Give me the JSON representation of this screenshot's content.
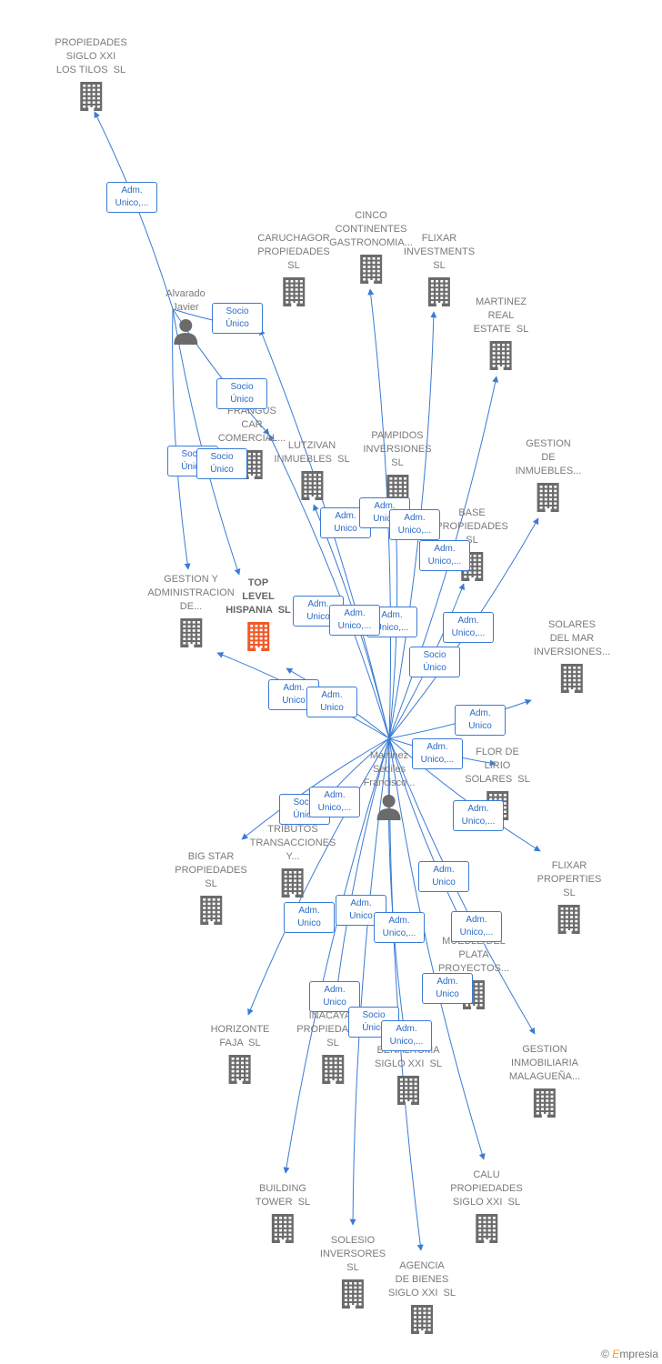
{
  "nodes": [
    {
      "id": "n1",
      "label": "PROPIEDADES\nSIGLO XXI\nLOS TILOS  SL",
      "kind": "company"
    },
    {
      "id": "n2",
      "label": "CARUCHAGOR\nPROPIEDADES\nSL",
      "kind": "company"
    },
    {
      "id": "n3",
      "label": "CINCO\nCONTINENTES\nGASTRONOMIA...",
      "kind": "company"
    },
    {
      "id": "n4",
      "label": "FLIXAR\nINVESTMENTS\nSL",
      "kind": "company"
    },
    {
      "id": "n5",
      "label": "MARTINEZ\nREAL\nESTATE  SL",
      "kind": "company"
    },
    {
      "id": "n6",
      "label": "FRANGUS\nCAR\nCOMERCIAL...",
      "kind": "company"
    },
    {
      "id": "n7",
      "label": "LUTZIVAN\nINMUEBLES  SL",
      "kind": "company"
    },
    {
      "id": "n8",
      "label": "PAMPIDOS\nINVERSIONES\nSL",
      "kind": "company"
    },
    {
      "id": "n9",
      "label": "GESTION\nDE\nINMUEBLES...",
      "kind": "company"
    },
    {
      "id": "n10",
      "label": "BASE\nPROPIEDADES\nSL",
      "kind": "company"
    },
    {
      "id": "n11",
      "label": "GESTION Y\nADMINISTRACION\nDE...",
      "kind": "company"
    },
    {
      "id": "n12",
      "label": "TOP\nLEVEL\nHISPANIA  SL",
      "kind": "company",
      "highlight": true
    },
    {
      "id": "n13",
      "label": "SOLARES\nDEL MAR\nINVERSIONES...",
      "kind": "company"
    },
    {
      "id": "n14",
      "label": "FLOR DE\nLIRIO\nSOLARES  SL",
      "kind": "company"
    },
    {
      "id": "n15",
      "label": "BIG STAR\nPROPIEDADES\nSL",
      "kind": "company"
    },
    {
      "id": "n16",
      "label": "TRIBUTOS\nTRANSACCIONES\nY...",
      "kind": "company"
    },
    {
      "id": "n17",
      "label": "FLIXAR\nPROPERTIES\nSL",
      "kind": "company"
    },
    {
      "id": "n18",
      "label": "MUEBLE DEL\nPLATA\nPROYECTOS...",
      "kind": "company"
    },
    {
      "id": "n19",
      "label": "HORIZONTE\nFAJA  SL",
      "kind": "company"
    },
    {
      "id": "n20",
      "label": "INACAYAL\nPROPIEDADES\nSL",
      "kind": "company"
    },
    {
      "id": "n21",
      "label": "BENALROMA\nSIGLO XXI  SL",
      "kind": "company"
    },
    {
      "id": "n22",
      "label": "GESTION\nINMOBILIARIA\nMALAGUEÑA...",
      "kind": "company"
    },
    {
      "id": "n23",
      "label": "BUILDING\nTOWER  SL",
      "kind": "company"
    },
    {
      "id": "n24",
      "label": "CALU\nPROPIEDADES\nSIGLO XXI  SL",
      "kind": "company"
    },
    {
      "id": "n25",
      "label": "SOLESIO\nINVERSORES\nSL",
      "kind": "company"
    },
    {
      "id": "n26",
      "label": "AGENCIA\nDE BIENES\nSIGLO XXI  SL",
      "kind": "company"
    },
    {
      "id": "p1",
      "label": "Alvarado\nJavier",
      "kind": "person"
    },
    {
      "id": "p2",
      "label": "Martinez\nSediles\nFrancisco...",
      "kind": "person"
    }
  ],
  "edges": [
    {
      "from": "p1",
      "to": "n1",
      "label": "Adm.\nUnico,..."
    },
    {
      "from": "p1",
      "to": "n6",
      "label": "Socio\nÚnico"
    },
    {
      "from": "p1",
      "to": "n11",
      "label": "Socio\nÚnico"
    },
    {
      "from": "p1",
      "to": "n12",
      "label": "Socio\nÚnico"
    },
    {
      "from": "p1",
      "to": "n2",
      "label": "Socio\nÚnico"
    },
    {
      "from": "p2",
      "to": "n2",
      "label": "Adm.\nUnico"
    },
    {
      "from": "p2",
      "to": "n3",
      "label": "Adm.\nUnico"
    },
    {
      "from": "p2",
      "to": "n4",
      "label": "Adm.\nUnico,..."
    },
    {
      "from": "p2",
      "to": "n5",
      "label": "Adm.\nUnico,..."
    },
    {
      "from": "p2",
      "to": "n7",
      "label": "Adm.\nUnico"
    },
    {
      "from": "p2",
      "to": "n8",
      "label": "Adm.\nUnico,..."
    },
    {
      "from": "p2",
      "to": "n9",
      "label": "Adm.\nUnico,..."
    },
    {
      "from": "p2",
      "to": "n10",
      "label": "Socio\nÚnico"
    },
    {
      "from": "p2",
      "to": "n6",
      "label": "Adm.\nUnico,..."
    },
    {
      "from": "p2",
      "to": "n11",
      "label": "Adm.\nUnico"
    },
    {
      "from": "p2",
      "to": "n12",
      "label": "Adm.\nUnico"
    },
    {
      "from": "p2",
      "to": "n13",
      "label": "Adm.\nUnico"
    },
    {
      "from": "p2",
      "to": "n14",
      "label": "Adm.\nUnico,..."
    },
    {
      "from": "p2",
      "to": "n15",
      "label": "Socio\nÚnico"
    },
    {
      "from": "p2",
      "to": "n16",
      "label": "Adm.\nUnico,..."
    },
    {
      "from": "p2",
      "to": "n17",
      "label": "Adm.\nUnico,..."
    },
    {
      "from": "p2",
      "to": "n18",
      "label": "Adm.\nUnico"
    },
    {
      "from": "p2",
      "to": "n19",
      "label": "Adm.\nUnico"
    },
    {
      "from": "p2",
      "to": "n20",
      "label": "Adm.\nUnico"
    },
    {
      "from": "p2",
      "to": "n21",
      "label": "Adm.\nUnico,..."
    },
    {
      "from": "p2",
      "to": "n22",
      "label": "Adm.\nUnico,..."
    },
    {
      "from": "p2",
      "to": "n23",
      "label": "Adm.\nUnico"
    },
    {
      "from": "p2",
      "to": "n24",
      "label": "Adm.\nUnico"
    },
    {
      "from": "p2",
      "to": "n25",
      "label": "Socio\nÚnico"
    },
    {
      "from": "p2",
      "to": "n26",
      "label": "Adm.\nUnico,..."
    }
  ],
  "colors": {
    "edge": "#3a7bd5",
    "company": "#6b6b6b",
    "highlight": "#f05a28",
    "person": "#6b6b6b"
  },
  "footer": {
    "symbol": "©",
    "brand_initial": "E",
    "brand_rest": "mpresia"
  }
}
